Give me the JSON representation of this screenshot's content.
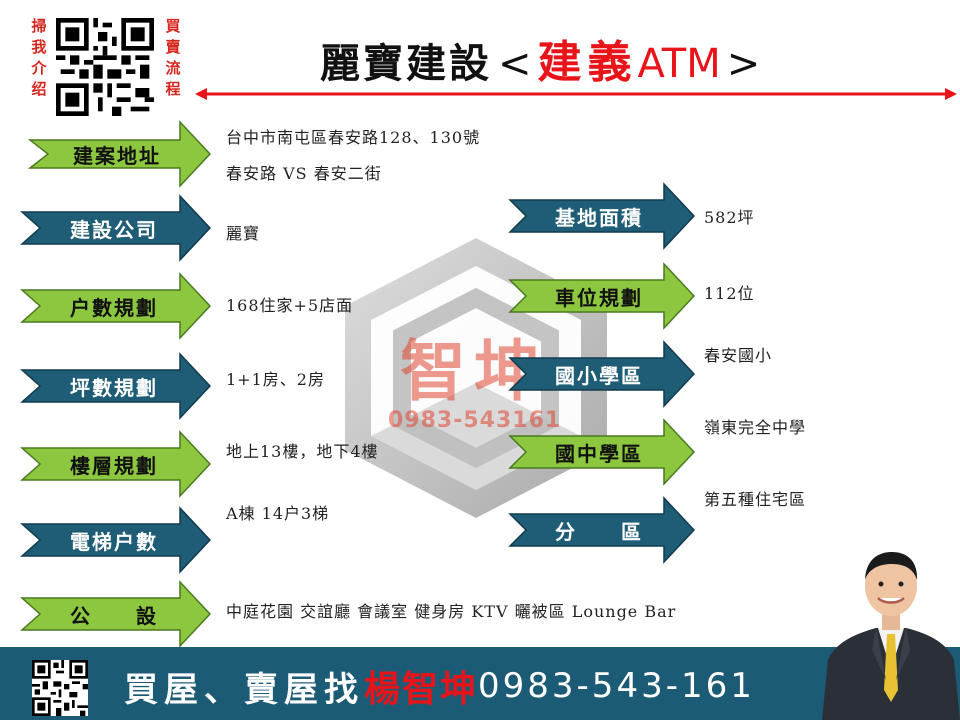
{
  "header": {
    "left_vertical": [
      "掃",
      "我",
      "介",
      "绍"
    ],
    "right_vertical": [
      "買",
      "賣",
      "流",
      "程"
    ],
    "title_part1": "麗寶建設",
    "title_lt": "<",
    "title_highlight": "建義",
    "title_atm": "ATM",
    "title_gt": ">"
  },
  "colors": {
    "green": "#8dc63f",
    "blue": "#1f5c75",
    "red": "#e8141a",
    "footer": "#1c5b76"
  },
  "left_items": [
    {
      "label": "建案地址",
      "style": "green",
      "values": [
        "台中市南屯區春安路128、130號",
        "春安路 VS 春安二街"
      ]
    },
    {
      "label": "建設公司",
      "style": "blue",
      "values": [
        "麗寶"
      ]
    },
    {
      "label": "户數規劃",
      "style": "green",
      "values": [
        "168住家+5店面"
      ]
    },
    {
      "label": "坪數規劃",
      "style": "blue",
      "values": [
        "1+1房、2房"
      ]
    },
    {
      "label": "樓層規劃",
      "style": "green",
      "values": [
        "地上13樓，地下4樓"
      ]
    },
    {
      "label": "電梯户數",
      "style": "blue",
      "values": [
        "A棟 14户3梯"
      ]
    },
    {
      "label": "公　　設",
      "style": "green",
      "values": [
        "中庭花園 交誼廳 會議室 健身房 KTV 曬被區 Lounge Bar"
      ]
    }
  ],
  "right_items": [
    {
      "label": "基地面積",
      "style": "blue",
      "value": "582坪"
    },
    {
      "label": "車位規劃",
      "style": "green",
      "value": "112位"
    },
    {
      "label": "國小學區",
      "style": "blue",
      "value": "春安國小"
    },
    {
      "label": "國中學區",
      "style": "green",
      "value": "嶺東完全中學"
    },
    {
      "label": "分　　區",
      "style": "blue",
      "value": "第五種住宅區"
    }
  ],
  "watermark": {
    "name": "智坤",
    "phone": "0983-543161"
  },
  "footer": {
    "text1": "買屋、賣屋找",
    "name": "楊智坤",
    "phone": "0983-543-161"
  }
}
